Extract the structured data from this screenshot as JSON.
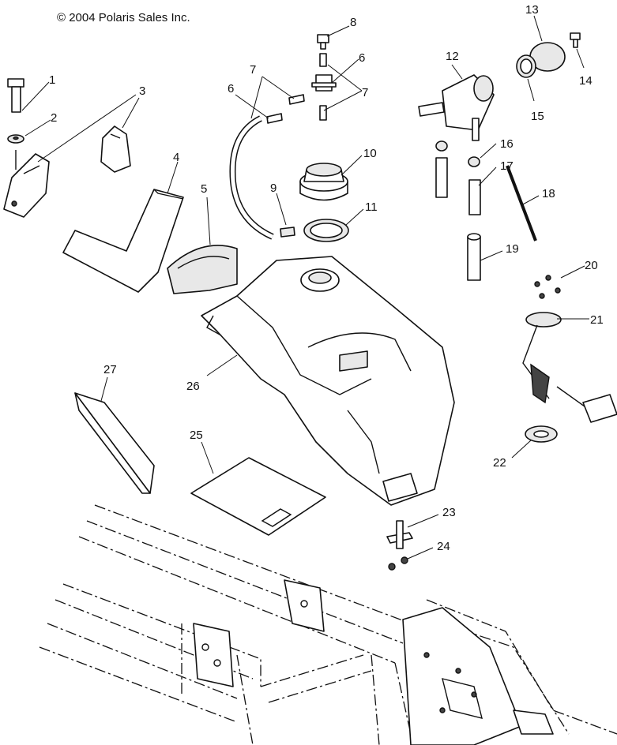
{
  "copyright": "© 2004 Polaris Sales Inc.",
  "callouts": [
    "1",
    "2",
    "3",
    "4",
    "5",
    "6",
    "6",
    "7",
    "7",
    "8",
    "9",
    "10",
    "11",
    "12",
    "13",
    "14",
    "15",
    "16",
    "17",
    "18",
    "19",
    "20",
    "21",
    "22",
    "23",
    "24",
    "25",
    "26",
    "27"
  ]
}
